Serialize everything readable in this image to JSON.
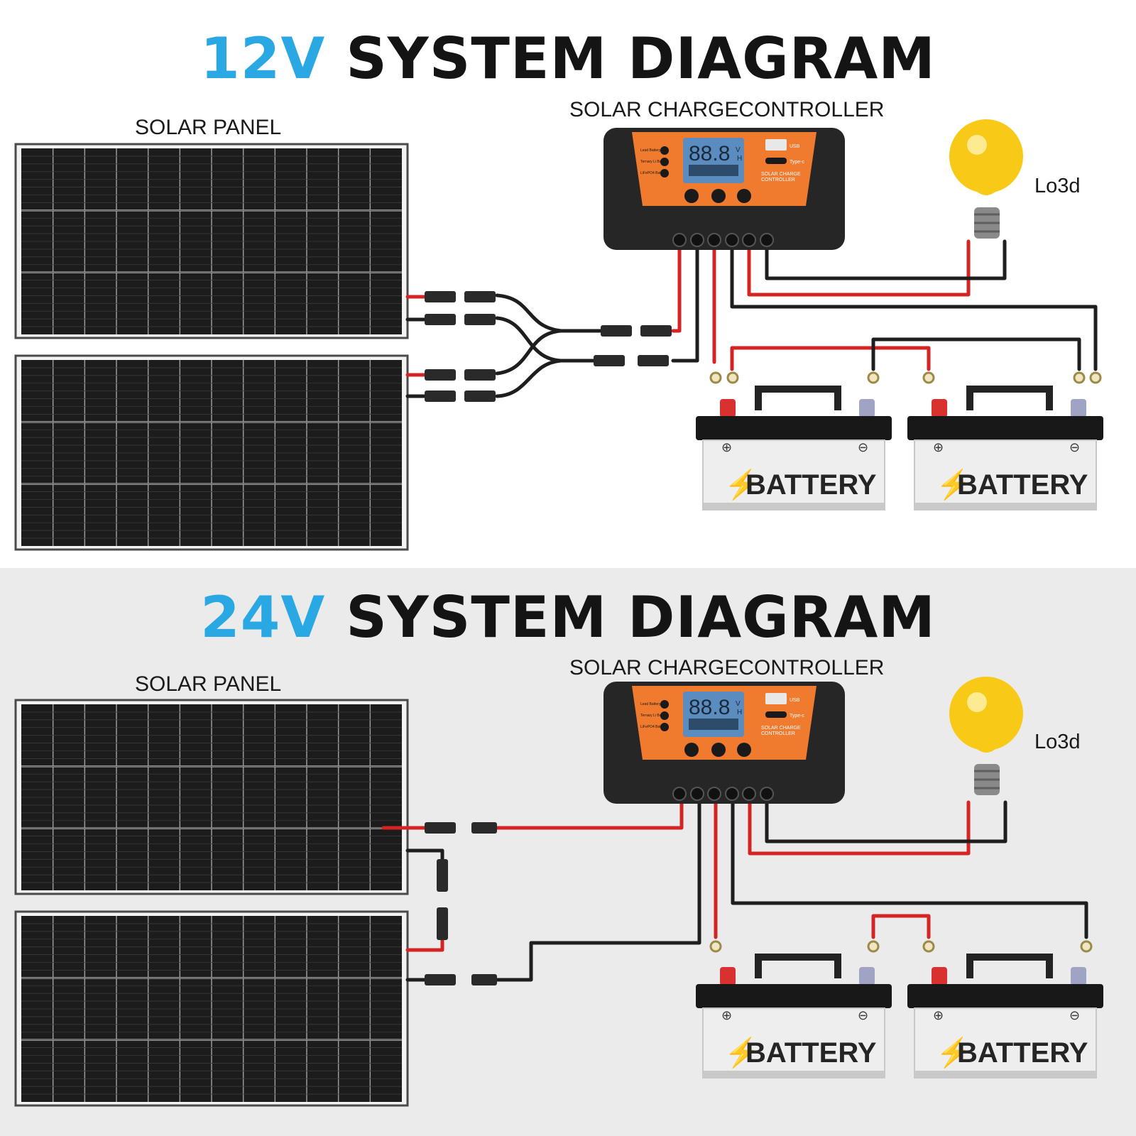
{
  "diagram_12v": {
    "title_voltage": "12V",
    "title_rest": "SYSTEM DIAGRAM",
    "solar_panel_label": "SOLAR PANEL",
    "controller_label": "SOLAR CHARGECONTROLLER",
    "load_label": "Lo3d",
    "batteries": [
      {
        "label": "BATTERY"
      },
      {
        "label": "BATTERY"
      }
    ]
  },
  "diagram_24v": {
    "title_voltage": "24V",
    "title_rest": "SYSTEM DIAGRAM",
    "solar_panel_label": "SOLAR PANEL",
    "controller_label": "SOLAR CHARGECONTROLLER",
    "load_label": "Lo3d",
    "batteries": [
      {
        "label": "BATTERY"
      },
      {
        "label": "BATTERY"
      }
    ]
  },
  "controller": {
    "display": "88.8",
    "unit_v": "V",
    "unit_h": "H",
    "usb_label": "USB",
    "typec_label": "Type-c",
    "brand_text_1": "SOLAR CHARGE",
    "brand_text_2": "CONTROLLER",
    "mode_labels": [
      "Lead Battery",
      "Ternary Li Battery",
      "LiFePO4 Battery"
    ]
  },
  "colors": {
    "title_accent": "#2aa8e4",
    "title_text": "#141414",
    "wire_red": "#d42424",
    "wire_black": "#1e1e1e",
    "controller_orange": "#f07a2e",
    "panel_cell": "#1c1c1c",
    "background_24v": "#ebebeb"
  },
  "icons": [
    "solar-panel-icon",
    "charge-controller-icon",
    "light-bulb-icon",
    "battery-icon",
    "mc4-connector-icon",
    "ring-terminal-icon"
  ]
}
